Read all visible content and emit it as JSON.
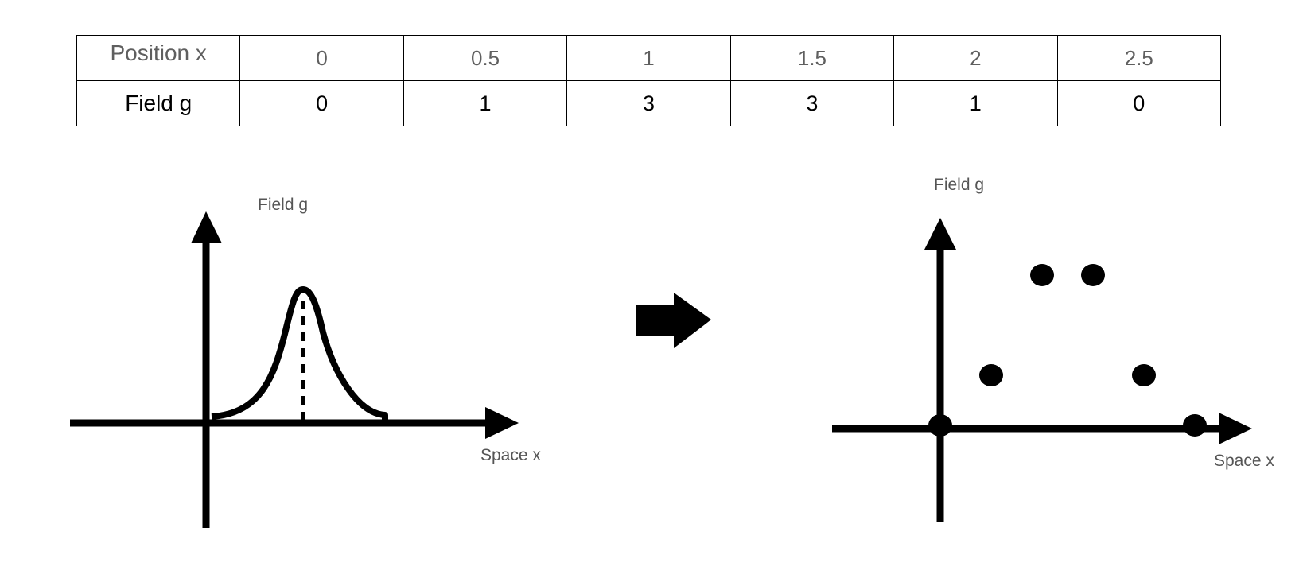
{
  "table": {
    "header_row": {
      "label": "Position x",
      "values": [
        "0",
        "0.5",
        "1",
        "1.5",
        "2",
        "2.5"
      ]
    },
    "data_row": {
      "label": "Field g",
      "values": [
        "0",
        "1",
        "3",
        "3",
        "1",
        "0"
      ]
    }
  },
  "continuous_plot": {
    "y_axis_label": "Field g",
    "x_axis_label": "Space x"
  },
  "discrete_plot": {
    "y_axis_label": "Field g",
    "x_axis_label": "Space x",
    "points": [
      {
        "x": 0,
        "g": 0
      },
      {
        "x": 0.5,
        "g": 1
      },
      {
        "x": 1,
        "g": 3
      },
      {
        "x": 1.5,
        "g": 3
      },
      {
        "x": 2,
        "g": 1
      },
      {
        "x": 2.5,
        "g": 0
      }
    ]
  },
  "colors": {
    "ink": "#000000",
    "label_gray": "#555555",
    "position_gray": "#5f5f5f"
  }
}
